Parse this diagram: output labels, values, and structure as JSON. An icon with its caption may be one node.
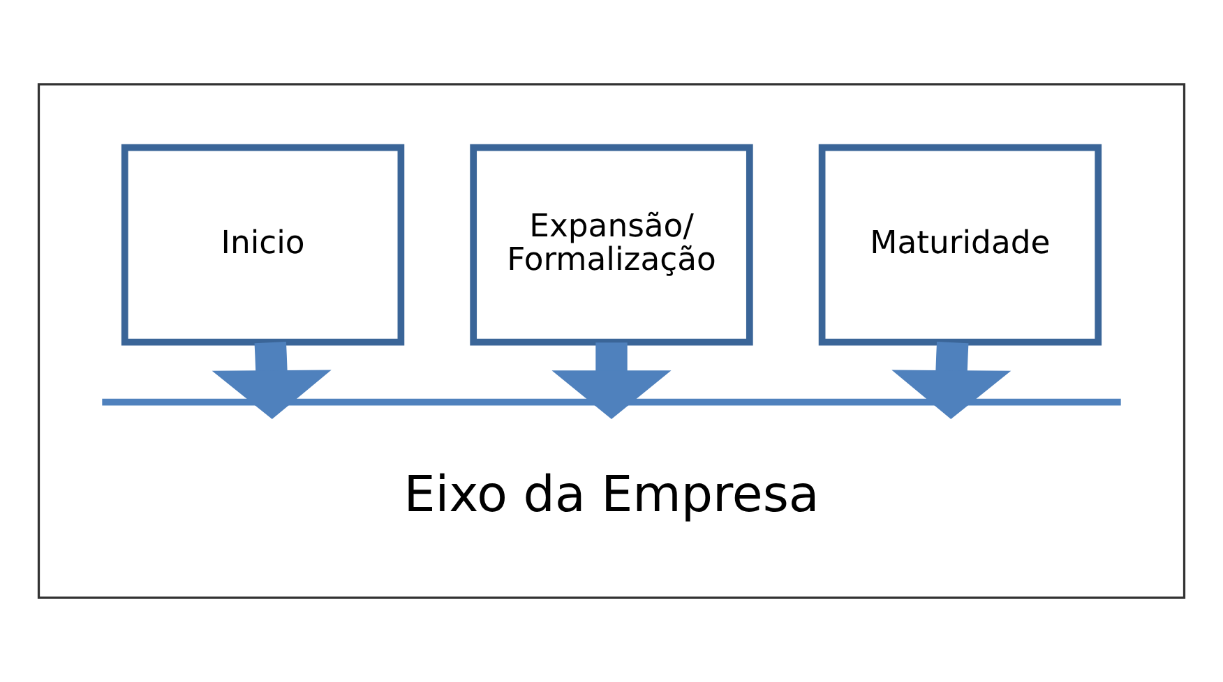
{
  "diagram": {
    "nodes": [
      {
        "text": [],
        "shape": "box"
      },
      {
        "text": [
          "Inicio"
        ],
        "in": 0
      },
      {
        "text": [
          "Expansão/ Formalização"
        ],
        "in": 0
      },
      {
        "text": [
          "Maturidade"
        ],
        "in": 0
      },
      {
        "text": [],
        "shape": "bar",
        "in": 0
      }
    ],
    "edges": [
      {
        "from": 1,
        "to": 4,
        "arrow": "to"
      },
      {
        "from": 2,
        "to": 4,
        "arrow": "to"
      },
      {
        "from": 3,
        "to": 4,
        "arrow": "to"
      }
    ],
    "labels": [
      "Eixo da Empresa"
    ]
  }
}
